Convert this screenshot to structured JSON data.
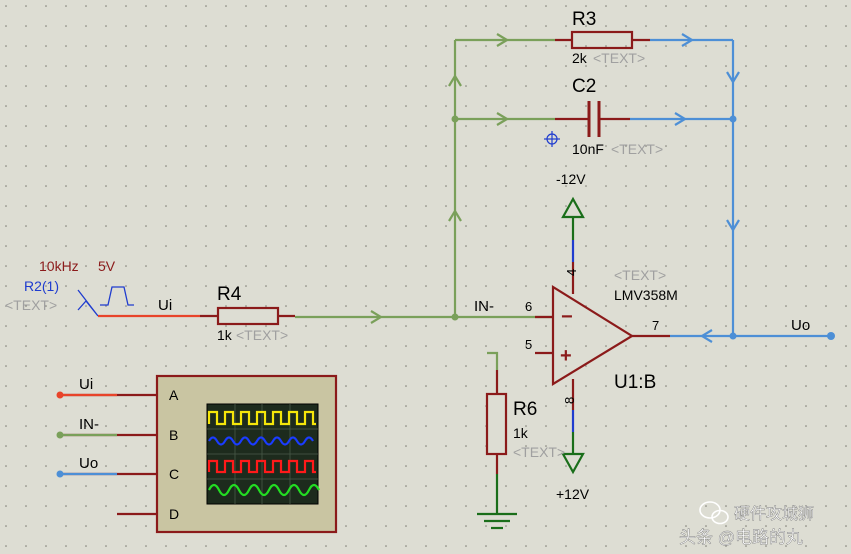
{
  "components": {
    "r3": {
      "ref": "R3",
      "value": "2k",
      "text": "<TEXT>"
    },
    "c2": {
      "ref": "C2",
      "value": "10nF",
      "text": "<TEXT>"
    },
    "r4": {
      "ref": "R4",
      "value": "1k",
      "text": "<TEXT>"
    },
    "r6": {
      "ref": "R6",
      "value": "1k",
      "text": "<TEXT>"
    },
    "opamp": {
      "ref": "U1:B",
      "model": "LMV358M",
      "text": "<TEXT>",
      "pin_minus": "6",
      "pin_plus": "5",
      "pin_out": "7",
      "pin_vneg": "4",
      "pin_vpos": "8",
      "sign_minus": "−",
      "sign_plus": "+"
    },
    "generator": {
      "ref": "R2(1)",
      "freq": "10kHz",
      "amp": "5V",
      "text": "<TEXT>"
    }
  },
  "rails": {
    "neg": "-12V",
    "pos": "+12V"
  },
  "nets": {
    "ui": "Ui",
    "in_minus": "IN-",
    "uo": "Uo"
  },
  "scope": {
    "channels": [
      {
        "pin": "A",
        "net": "Ui",
        "color": "#e8442a"
      },
      {
        "pin": "B",
        "net": "IN-",
        "color": "#7aa05a"
      },
      {
        "pin": "C",
        "net": "Uo",
        "color": "#4d8fd6"
      },
      {
        "pin": "D",
        "net": "",
        "color": "#8b1a1a"
      }
    ],
    "trace_colors": [
      "#f5e60a",
      "#1a3cff",
      "#ff1a1a",
      "#22dd22"
    ]
  },
  "watermark": {
    "line1": "硬件攻城狮",
    "line2": "头条 @电路的丸"
  },
  "colors": {
    "wire": "#7aa05a",
    "wire_out": "#4d8fd6",
    "input": "#e8442a",
    "component": "#8b1a1a",
    "rail": "#1a6e1a",
    "pin_blue": "#1f3ccf"
  }
}
